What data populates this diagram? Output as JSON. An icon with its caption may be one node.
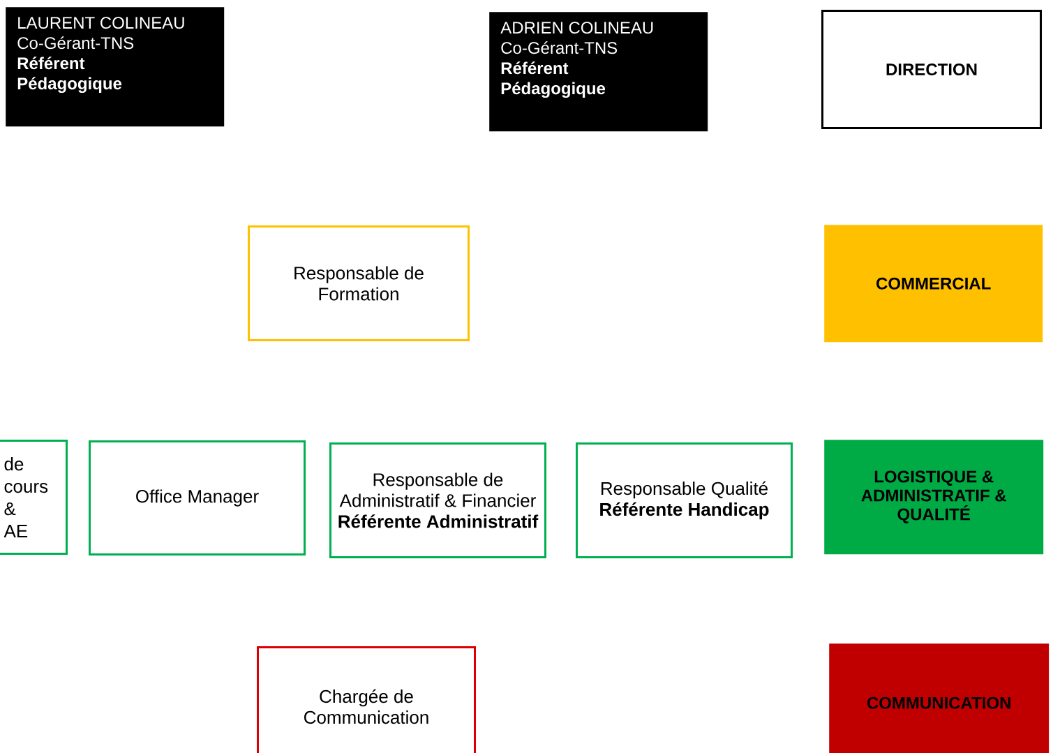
{
  "diagram": {
    "nodes": [
      {
        "text": [
          "LAURENT COLINEAU",
          "Co-Gérant-TNS",
          "Référent Pédagogique"
        ]
      },
      {
        "text": [
          "ADRIEN COLINEAU",
          "Co-Gérant-TNS",
          "Référent Pédagogique"
        ]
      },
      {
        "text": [
          "DIRECTION"
        ]
      },
      {
        "text": [
          "Responsable de Formation"
        ]
      },
      {
        "text": [
          "COMMERCIAL"
        ]
      },
      {
        "text": [
          "de cours & AE"
        ]
      },
      {
        "text": [
          "Office Manager"
        ]
      },
      {
        "text": [
          "Responsable de Administratif & Financier",
          "Référente Administratif"
        ]
      },
      {
        "text": [
          "Responsable Qualité",
          "Référente Handicap"
        ]
      },
      {
        "text": [
          "LOGISTIQUE & ADMINISTRATIF & QUALITÉ"
        ]
      },
      {
        "text": [
          "Chargée de Communication"
        ]
      },
      {
        "text": [
          "COMMUNICATION"
        ]
      }
    ]
  }
}
